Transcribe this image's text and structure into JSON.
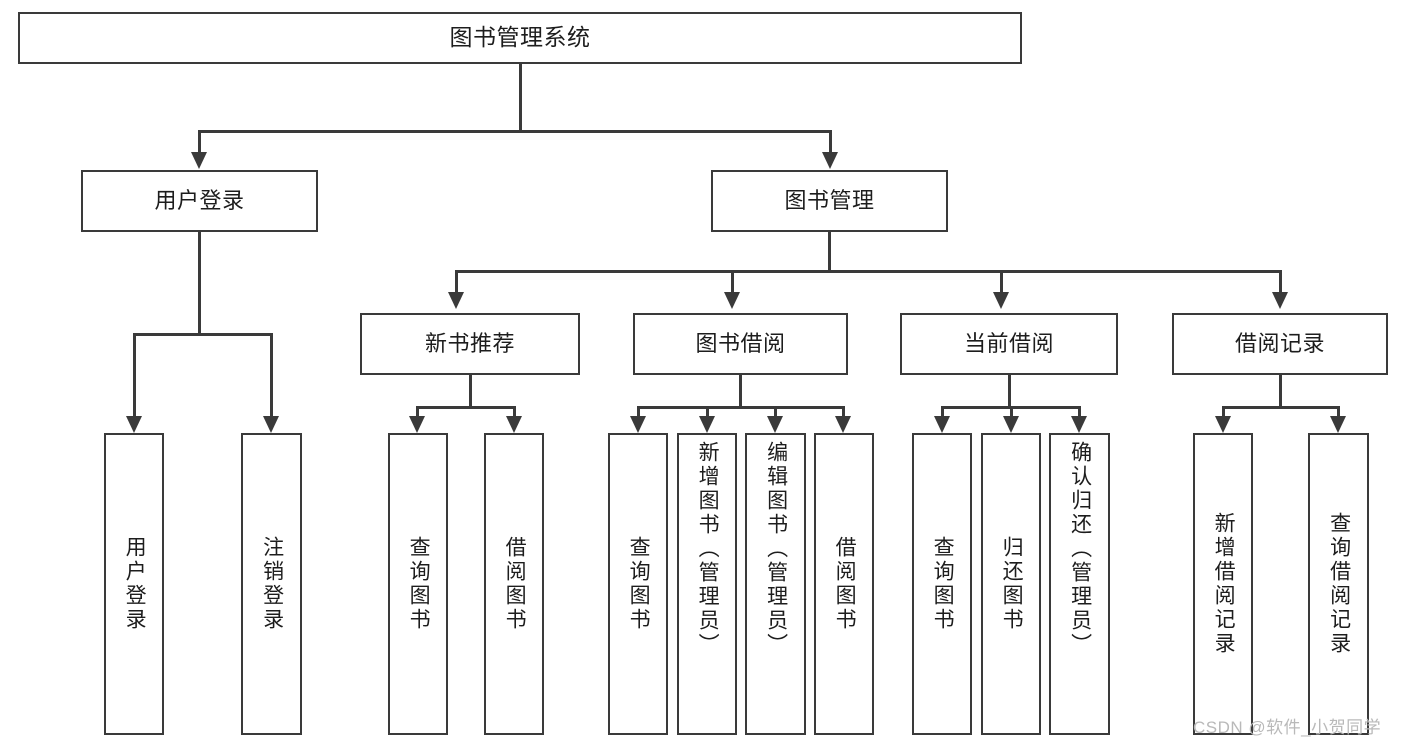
{
  "diagram": {
    "type": "tree-hierarchy-chart",
    "title": "图书管理系统",
    "line_color": "#3a3a3a",
    "background_color": "#ffffff",
    "box_fill": "#ffffff",
    "text_color": "#1d1d1d"
  },
  "nodes": {
    "root": {
      "label": "图书管理系统",
      "level": 1
    },
    "level2": [
      {
        "id": "user-login",
        "label": "用户登录"
      },
      {
        "id": "book-management",
        "label": "图书管理"
      }
    ],
    "level3": [
      {
        "id": "new-book-recommend",
        "label": "新书推荐"
      },
      {
        "id": "book-borrow",
        "label": "图书借阅"
      },
      {
        "id": "current-borrow",
        "label": "当前借阅"
      },
      {
        "id": "borrow-record",
        "label": "借阅记录"
      }
    ],
    "leaves": {
      "user_login": [
        {
          "id": "leaf-user-login",
          "label": "用户登录"
        },
        {
          "id": "leaf-logout-login",
          "label": "注销登录"
        }
      ],
      "new_book_recommend": [
        {
          "id": "leaf-query-book-1",
          "label": "查询图书"
        },
        {
          "id": "leaf-borrow-book-1",
          "label": "借阅图书"
        }
      ],
      "book_borrow": [
        {
          "id": "leaf-query-book-2",
          "label": "查询图书"
        },
        {
          "id": "leaf-add-book",
          "label": "新增图书（管理员）"
        },
        {
          "id": "leaf-edit-book",
          "label": "编辑图书（管理员）"
        },
        {
          "id": "leaf-borrow-book-2",
          "label": "借阅图书"
        }
      ],
      "current_borrow": [
        {
          "id": "leaf-query-book-3",
          "label": "查询图书"
        },
        {
          "id": "leaf-return-book",
          "label": "归还图书"
        },
        {
          "id": "leaf-confirm-return",
          "label": "确认归还（管理员）"
        }
      ],
      "borrow_record": [
        {
          "id": "leaf-add-record",
          "label": "新增借阅记录"
        },
        {
          "id": "leaf-query-record",
          "label": "查询借阅记录"
        }
      ]
    }
  },
  "watermark": {
    "text": "CSDN @软件_小贺同学",
    "color": "#b9b9b9"
  }
}
